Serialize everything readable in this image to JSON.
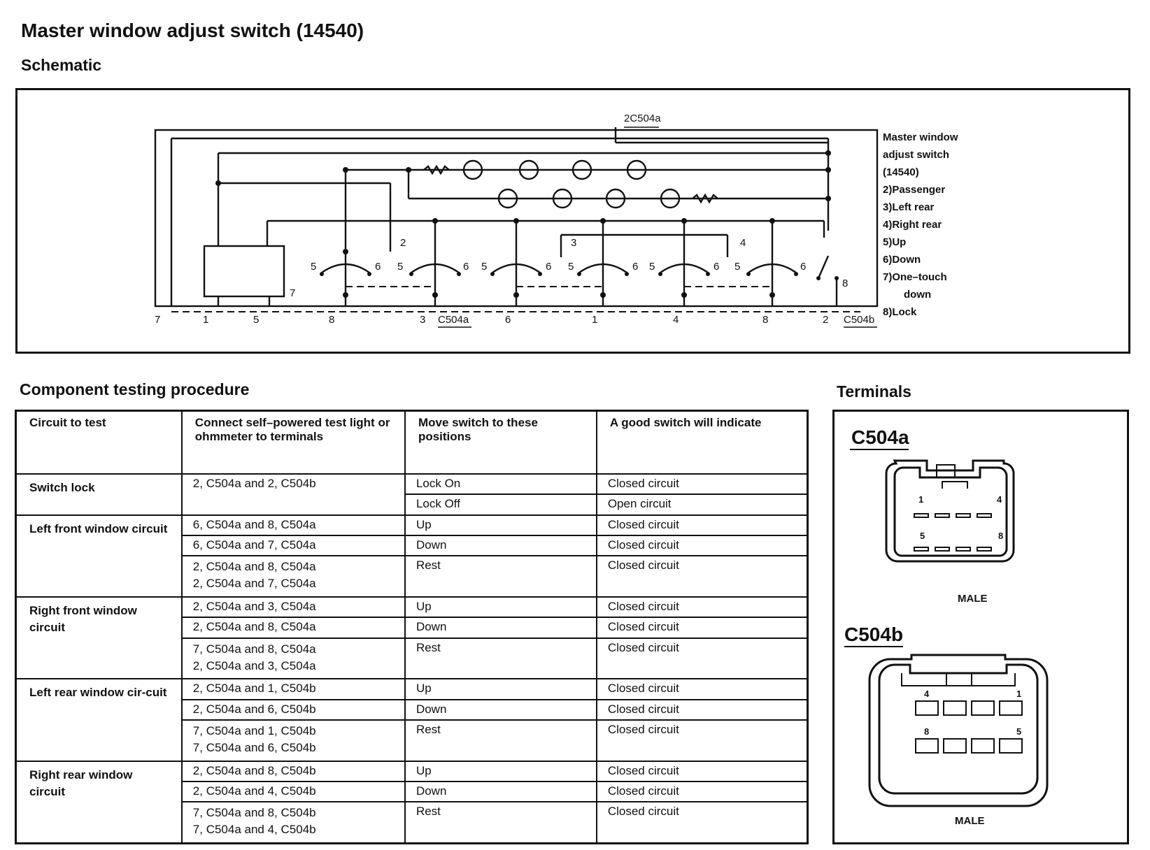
{
  "title": "Master window adjust switch (14540)",
  "schematic": {
    "heading": "Schematic",
    "connector_label": "2C504a",
    "legend": [
      "Master window",
      "adjust switch",
      "(14540)",
      "2)Passenger",
      "3)Left rear",
      "4)Right rear",
      "5)Up",
      "6)Down",
      "7)One–touch",
      "down",
      "8)Lock"
    ],
    "pins": [
      "7",
      "1",
      "5",
      "8",
      "3",
      "C504a",
      "6",
      "1",
      "4",
      "8",
      "2",
      "C504b"
    ],
    "switch_numbers": [
      "2",
      "3",
      "4",
      "7",
      "8"
    ],
    "contact_labels": [
      "5",
      "6",
      "5",
      "6",
      "5",
      "6",
      "5",
      "6",
      "5",
      "6",
      "5",
      "6"
    ]
  },
  "procedure": {
    "heading": "Component testing procedure",
    "headers": [
      "Circuit to test",
      "Connect self–powered test light or ohmmeter to terminals",
      "Move switch to these positions",
      "A good switch will indicate"
    ],
    "groups": [
      {
        "circuit": "Switch lock",
        "rows": [
          {
            "terminals": [
              "2, C504a and 2, C504b"
            ],
            "position": "Lock On",
            "result": "Closed circuit"
          },
          {
            "terminals": [],
            "position": "Lock Off",
            "result": "Open circuit"
          }
        ]
      },
      {
        "circuit": "Left front window circuit",
        "rows": [
          {
            "terminals": [
              "6, C504a and 8, C504a"
            ],
            "position": "Up",
            "result": "Closed circuit"
          },
          {
            "terminals": [
              "6, C504a and 7, C504a"
            ],
            "position": "Down",
            "result": "Closed circuit"
          },
          {
            "terminals": [
              "2, C504a and 8, C504a",
              "2, C504a and 7, C504a"
            ],
            "position": "Rest",
            "result": "Closed circuit"
          }
        ]
      },
      {
        "circuit": "Right front window circuit",
        "rows": [
          {
            "terminals": [
              "2, C504a and 3, C504a"
            ],
            "position": "Up",
            "result": "Closed circuit"
          },
          {
            "terminals": [
              "2, C504a and 8, C504a"
            ],
            "position": "Down",
            "result": "Closed circuit"
          },
          {
            "terminals": [
              "7, C504a and 8, C504a",
              "2, C504a and 3, C504a"
            ],
            "position": "Rest",
            "result": "Closed circuit"
          }
        ]
      },
      {
        "circuit": "Left rear window cir-cuit",
        "rows": [
          {
            "terminals": [
              "2, C504a and 1, C504b"
            ],
            "position": "Up",
            "result": "Closed circuit"
          },
          {
            "terminals": [
              "2, C504a and 6, C504b"
            ],
            "position": "Down",
            "result": "Closed circuit"
          },
          {
            "terminals": [
              "7, C504a and 1, C504b",
              "7, C504a and 6, C504b"
            ],
            "position": "Rest",
            "result": "Closed circuit"
          }
        ]
      },
      {
        "circuit": "Right rear window circuit",
        "rows": [
          {
            "terminals": [
              "2, C504a and 8, C504b"
            ],
            "position": "Up",
            "result": "Closed circuit"
          },
          {
            "terminals": [
              "2, C504a and 4, C504b"
            ],
            "position": "Down",
            "result": "Closed circuit"
          },
          {
            "terminals": [
              "7, C504a and 8, C504b",
              "7, C504a and 4, C504b"
            ],
            "position": "Rest",
            "result": "Closed circuit"
          }
        ]
      }
    ]
  },
  "terminals": {
    "heading": "Terminals",
    "connectors": [
      {
        "name": "C504a",
        "pin_labels": [
          "1",
          "4",
          "5",
          "8"
        ],
        "gender": "MALE"
      },
      {
        "name": "C504b",
        "pin_labels": [
          "4",
          "1",
          "8",
          "5"
        ],
        "gender": "MALE"
      }
    ]
  }
}
